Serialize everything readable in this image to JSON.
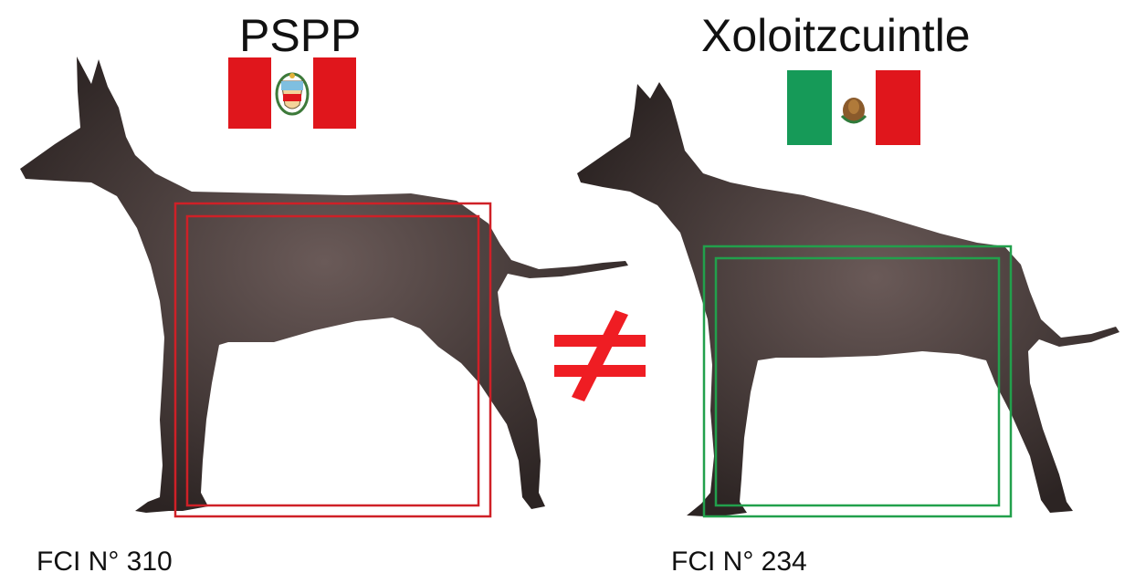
{
  "left": {
    "title": "PSPP",
    "registration": "FCI N° 310",
    "flag": {
      "name": "peru-flag",
      "colors": [
        "#e0161c",
        "#ffffff",
        "#e0161c"
      ]
    },
    "box_color": "#cf2027"
  },
  "right": {
    "title": "Xoloitzcuintle",
    "registration": "FCI N° 234",
    "flag": {
      "name": "mexico-flag",
      "colors": [
        "#169a58",
        "#ffffff",
        "#e0161c"
      ]
    },
    "box_color": "#22a04c"
  },
  "comparison": {
    "symbol": "not-equal-icon",
    "color": "#ef1d23"
  },
  "dog_color": "#3d3534"
}
